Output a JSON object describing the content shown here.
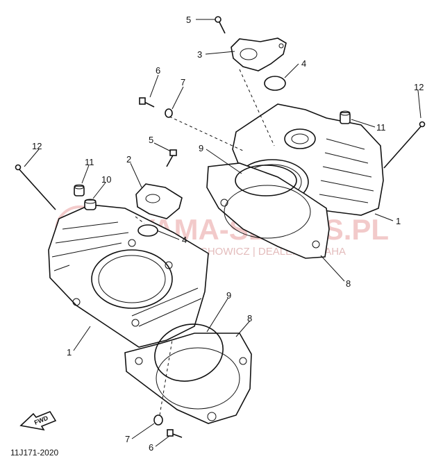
{
  "watermark": {
    "title": "YAMA-SERWIS.PL",
    "subtitle": "ROGUCIECHOWICZ | DEALER YAMAHA"
  },
  "figure_code": "11J171-2020",
  "fwd_label": "FWD",
  "callouts": {
    "n1_lower": "1",
    "n1_upper": "1",
    "n2": "2",
    "n3": "3",
    "n4_lower": "4",
    "n4_upper": "4",
    "n5_lower": "5",
    "n5_upper": "5",
    "n6_lower": "6",
    "n6_upper": "6",
    "n7_lower": "7",
    "n7_upper": "7",
    "n8_lower": "8",
    "n8_upper": "8",
    "n9_lower": "9",
    "n9_upper": "9",
    "n10": "10",
    "n11_lower": "11",
    "n11_upper": "11",
    "n12_left": "12",
    "n12_right": "12"
  }
}
